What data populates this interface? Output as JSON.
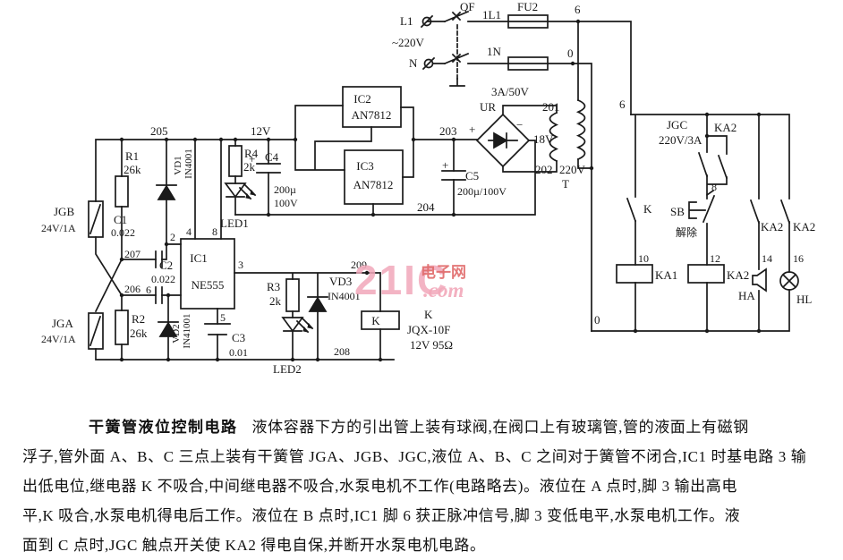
{
  "colors": {
    "ink": "#1a1a1a",
    "watermark_pink": "#f2a8ba",
    "watermark_red": "#e06a6a",
    "paper": "#ffffff"
  },
  "labels": {
    "l1": "L1",
    "n": "N",
    "mains": "~220V",
    "qf": "QF",
    "w1l1": "1L1",
    "w1n": "1N",
    "fu2": "FU2",
    "n6a": "6",
    "n6b": "6",
    "n0a": "0",
    "n0b": "0",
    "ur": "UR",
    "ur_rating": "3A/50V",
    "plus": "+",
    "minus": "−",
    "n201": "201",
    "n202": "202",
    "v18": "18V",
    "v220": "220V",
    "t": "T",
    "n203": "203",
    "n204": "204",
    "n205": "205",
    "v12": "12V",
    "c4": "C4",
    "c4p": "+",
    "c4v1": "200µ",
    "c4v2": "100V",
    "c5": "C5",
    "c5p": "+",
    "c5v": "200µ/100V",
    "ic2": "IC2",
    "ic2t": "AN7812",
    "ic3": "IC3",
    "ic3t": "AN7812",
    "r1": "R1",
    "r1v": "26k",
    "r2": "R2",
    "r2v": "26k",
    "r3": "R3",
    "r3v": "2k",
    "r4": "R4",
    "r4v": "2k",
    "vd1": "VD1",
    "vd1t": "IN4001",
    "vd2": "VD2",
    "vd2t": "IN41001",
    "vd3": "VD3",
    "vd3t": "IN4001",
    "c1": "C1",
    "c1v": "0.022",
    "c2": "C2",
    "c2v": "0.022",
    "c3": "C3",
    "c3v": "0.01",
    "jgb": "JGB",
    "jgbv": "24V/1A",
    "jga": "JGA",
    "jgav": "24V/1A",
    "n206": "206",
    "n207": "207",
    "ic1": "IC1",
    "ic1t": "NE555",
    "p2": "2",
    "p3": "3",
    "p4": "4",
    "p5": "5",
    "p6": "6",
    "p8": "8",
    "led1": "LED1",
    "led2": "LED2",
    "n208": "208",
    "n209": "209",
    "kbox": "K",
    "kname": "K",
    "ktype": "JQX-10F",
    "kval": "12V 95Ω",
    "jgc": "JGC",
    "jgcv": "220V/3A",
    "ka2top": "KA2",
    "kc": "K",
    "sb": "SB",
    "sbnote": "解除",
    "n8": "8",
    "n10": "10",
    "n12": "12",
    "n14": "14",
    "n16": "16",
    "ka1": "KA1",
    "ka2": "KA2",
    "ka2c1": "KA2",
    "ka2c2": "KA2",
    "ha": "HA",
    "hl": "HL"
  },
  "watermark": {
    "brand": "21IC",
    "cn": "电子网",
    "com": ".com"
  },
  "description": {
    "title": "干簧管液位控制电路",
    "line1": "液体容器下方的引出管上装有球阀,在阀口上有玻璃管,管的液面上有磁钢",
    "line2": "浮子,管外面 A、B、C 三点上装有干簧管 JGA、JGB、JGC,液位 A、B、C 之间对于簧管不闭合,IC1 时基电路 3 输",
    "line3": "出低电位,继电器 K 不吸合,中间继电器不吸合,水泵电机不工作(电路略去)。液位在 A 点时,脚 3 输出高电",
    "line4": "平,K 吸合,水泵电机得电后工作。液位在 B 点时,IC1 脚 6 获正脉冲信号,脚 3 变低电平,水泵电机工作。液",
    "line5": "面到 C 点时,JGC 触点开关使 KA2 得电自保,并断开水泵电机电路。"
  }
}
